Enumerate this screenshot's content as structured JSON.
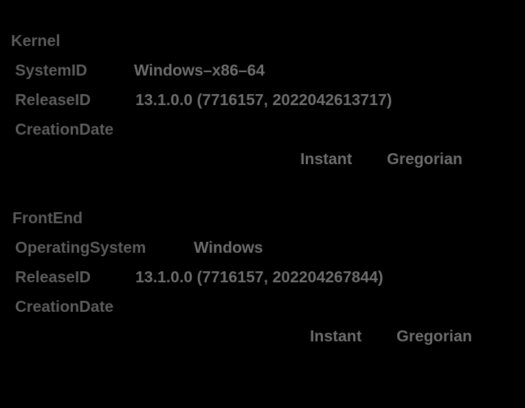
{
  "colors": {
    "background": "#000000",
    "header_text": "#5a5a5a",
    "label_text": "#5c5c5c",
    "value_text": "#6d6d6d"
  },
  "output": {
    "kernel": {
      "header": "Kernel",
      "system_id_label": "SystemID",
      "system_id_value": "Windows–x86–64",
      "release_id_label": "ReleaseID",
      "release_id_value": "13.1.0.0 (7716157, 2022042613717)",
      "creation_date_label": "CreationDate",
      "date_granularity": "Instant",
      "date_calendar": "Gregorian"
    },
    "front_end": {
      "header": "FrontEnd",
      "operating_system_label": "OperatingSystem",
      "operating_system_value": "Windows",
      "release_id_label": "ReleaseID",
      "release_id_value": "13.1.0.0 (7716157, 202204267844)",
      "creation_date_label": "CreationDate",
      "date_granularity": "Instant",
      "date_calendar": "Gregorian"
    }
  }
}
